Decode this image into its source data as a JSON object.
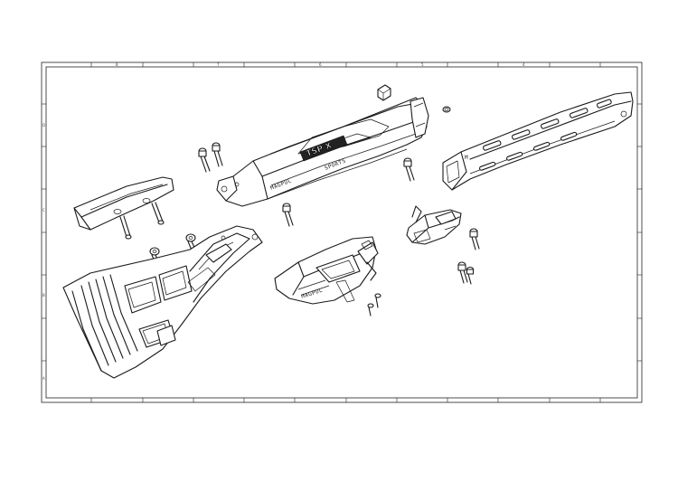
{
  "drawing": {
    "title_block": "",
    "column_zones": [
      "8",
      "7",
      "6",
      "5",
      "4",
      "3",
      "2",
      "1"
    ],
    "row_zones": [
      "D",
      "C",
      "B",
      "A"
    ]
  },
  "parts": {
    "chassis_logo": "TSP X",
    "chassis_engraving": "MAGPUL",
    "chassis_engraving_2": "SPORTS",
    "handguard_mark": "M",
    "trigger_guard_mark": "MAGPUL"
  },
  "colors": {
    "line": "#1a1a1a",
    "paper": "#ffffff"
  }
}
